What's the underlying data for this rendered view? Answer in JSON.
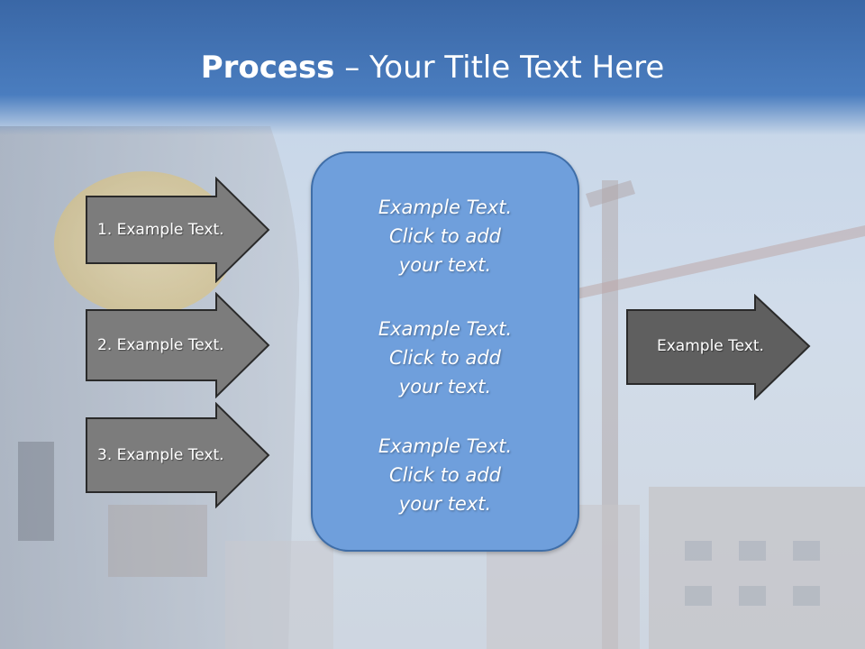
{
  "header": {
    "title_strong": "Process",
    "title_rest": " – Your Title Text Here"
  },
  "left_arrows": [
    {
      "label": "1. Example Text."
    },
    {
      "label": "2. Example Text."
    },
    {
      "label": "3. Example Text."
    }
  ],
  "center_box": {
    "blocks": [
      {
        "lines": [
          "Example Text.",
          "Click  to add",
          "your text."
        ]
      },
      {
        "lines": [
          "Example Text.",
          "Click  to add",
          "your text."
        ]
      },
      {
        "lines": [
          "Example Text.",
          "Click  to add",
          "your text."
        ]
      }
    ]
  },
  "right_arrow": {
    "label": "Example Text."
  },
  "colors": {
    "header_blue": "#3a67a6",
    "box_blue": "#6f9fdc",
    "arrow_gray": "#7c7c7c",
    "right_arrow_dark": "#5f5f5f"
  }
}
